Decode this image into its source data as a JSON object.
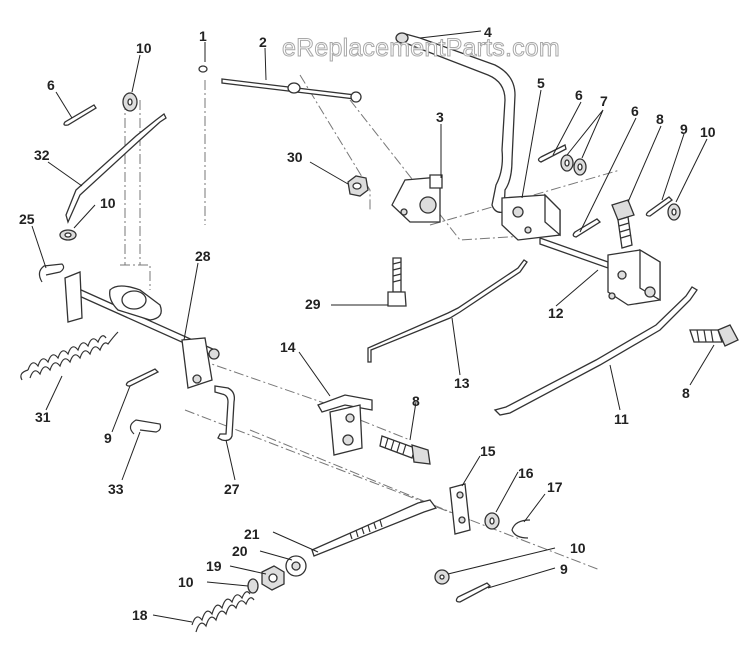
{
  "watermark": "eReplacementParts.com",
  "callouts": {
    "c1": "1",
    "c2": "2",
    "c3": "3",
    "c4": "4",
    "c5": "5",
    "c6a": "6",
    "c6b": "6",
    "c6c": "6",
    "c7": "7",
    "c8a": "8",
    "c8b": "8",
    "c8c": "8",
    "c9a": "9",
    "c9b": "9",
    "c9c": "9",
    "c10a": "10",
    "c10b": "10",
    "c10c": "10",
    "c10d": "10",
    "c10e": "10",
    "c11": "11",
    "c12": "12",
    "c13": "13",
    "c14": "14",
    "c15": "15",
    "c16": "16",
    "c17": "17",
    "c18": "18",
    "c19": "19",
    "c20": "20",
    "c21": "21",
    "c25": "25",
    "c27": "27",
    "c28": "28",
    "c29": "29",
    "c30": "30",
    "c31": "31",
    "c32": "32",
    "c33": "33"
  }
}
